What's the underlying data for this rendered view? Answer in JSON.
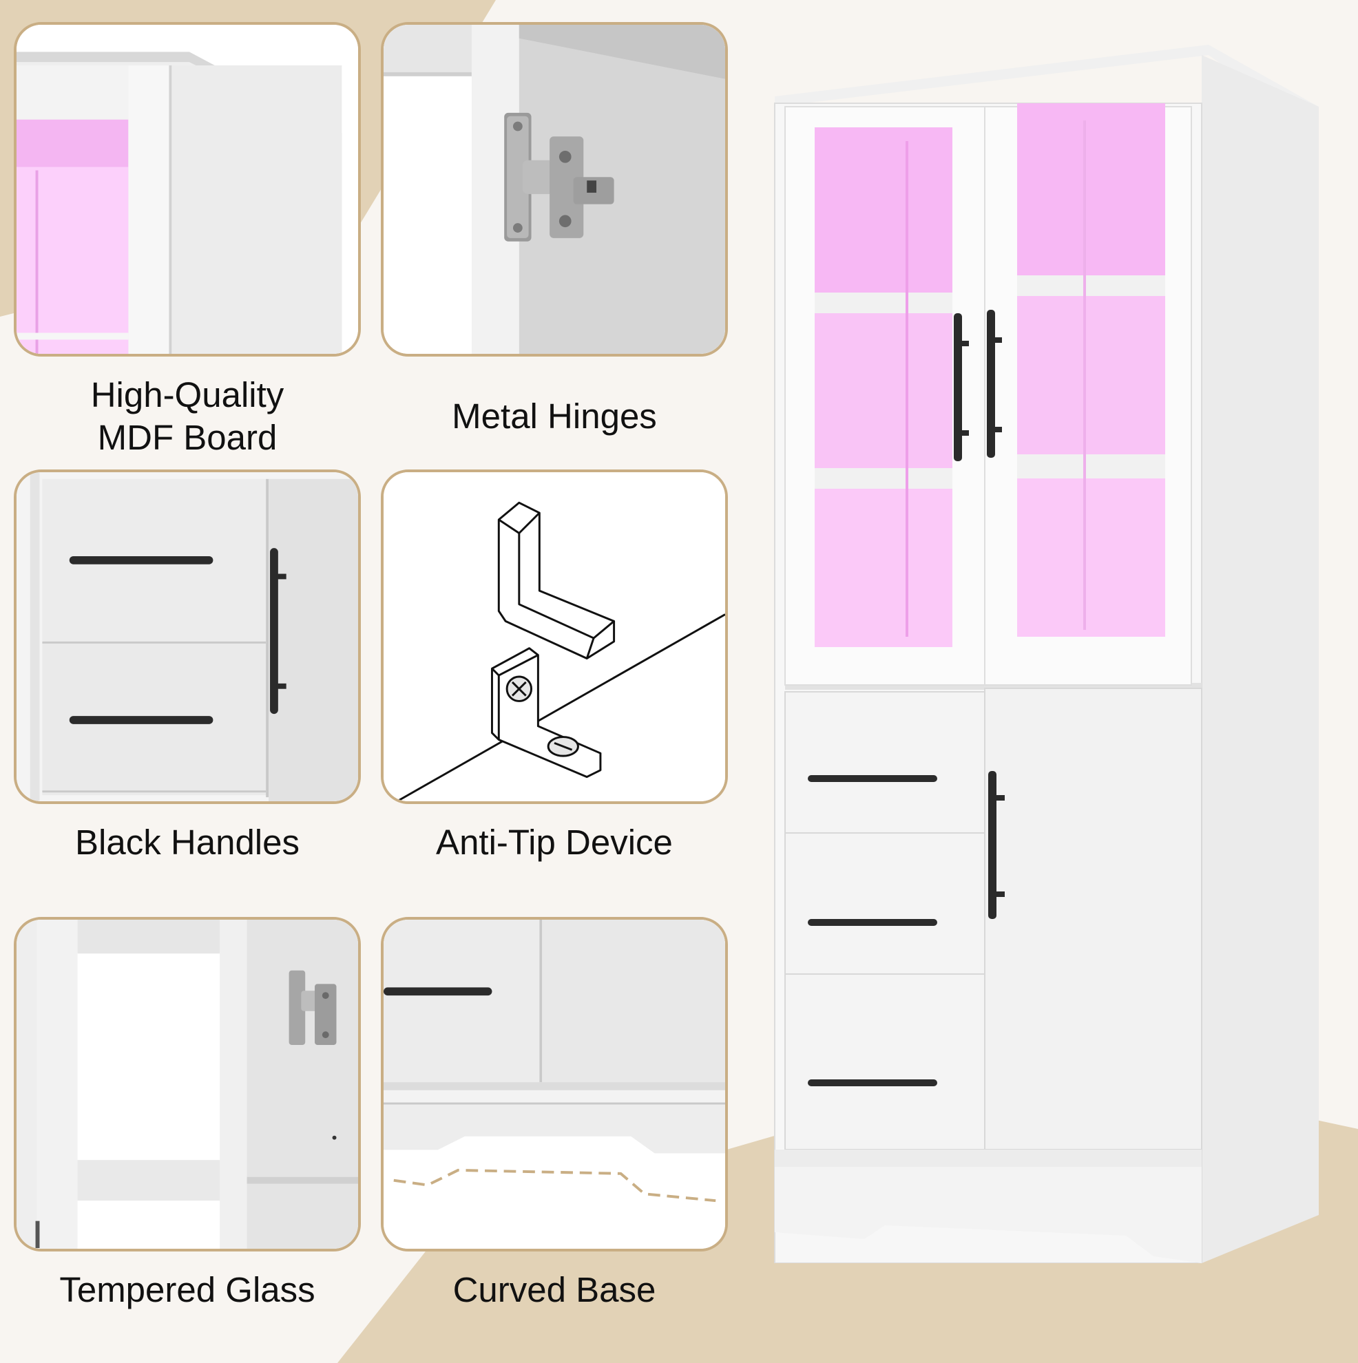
{
  "colors": {
    "background": "#f8f5f1",
    "accent_sand": "#e2d2b6",
    "card_border": "#c9ae84",
    "led_pink": "#f7b8f4",
    "panel_white": "#ffffff",
    "handle_black": "#2b2b2b"
  },
  "features": [
    {
      "id": "mdf",
      "lines": [
        "High-Quality",
        "MDF Board"
      ]
    },
    {
      "id": "hinges",
      "lines": [
        "Metal Hinges"
      ]
    },
    {
      "id": "handles",
      "lines": [
        "Black Handles"
      ]
    },
    {
      "id": "anti_tip",
      "lines": [
        "Anti-Tip Device"
      ]
    },
    {
      "id": "glass",
      "lines": [
        "Tempered Glass"
      ]
    },
    {
      "id": "base",
      "lines": [
        "Curved Base"
      ]
    }
  ],
  "icons": {
    "hinge": "hinge-icon",
    "bracket": "anti-tip-bracket-icon",
    "screw": "screw-icon"
  }
}
